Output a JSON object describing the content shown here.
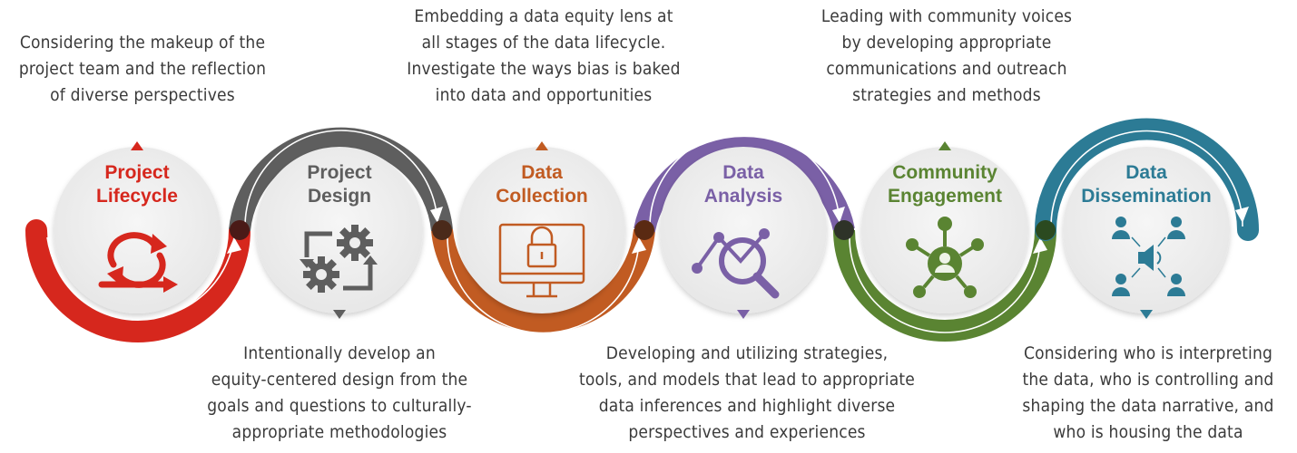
{
  "stages": [
    {
      "title": "Project\nLifecycle",
      "color": "#d6271d",
      "icon": "lifecycle-cycle-icon",
      "caption_position": "top",
      "caption": "Considering the makeup of the\nproject team and the reflection\nof diverse perspectives"
    },
    {
      "title": "Project\nDesign",
      "color": "#5e5e5e",
      "icon": "gears-icon",
      "caption_position": "bottom",
      "caption": "Intentionally develop an\nequity-centered design from the\ngoals and questions to culturally-\nappropriate methodologies"
    },
    {
      "title": "Data\nCollection",
      "color": "#c15b22",
      "icon": "secure-monitor-icon",
      "caption_position": "top",
      "caption": "Embedding a data equity lens at\nall stages of the data lifecycle.\nInvestigate the ways bias is baked\ninto data and opportunities"
    },
    {
      "title": "Data\nAnalysis",
      "color": "#7a60a6",
      "icon": "magnifier-chart-icon",
      "caption_position": "bottom",
      "caption": "Developing and utilizing strategies,\ntools, and models that lead to appropriate\ndata inferences and highlight diverse\nperspectives and experiences"
    },
    {
      "title": "Community\nEngagement",
      "color": "#5a8432",
      "icon": "community-network-icon",
      "caption_position": "top",
      "caption": "Leading with community voices\nby developing appropriate\ncommunications and outreach\nstrategies and methods"
    },
    {
      "title": "Data\nDissemination",
      "color": "#2c7b95",
      "icon": "speaker-people-icon",
      "caption_position": "bottom",
      "caption": "Considering who is interpreting\nthe data, who is controlling and\nshaping the data narrative, and\nwho is housing the data"
    }
  ]
}
